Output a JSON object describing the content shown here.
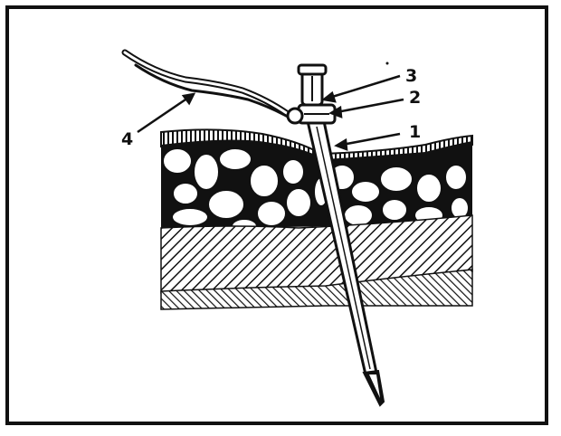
{
  "figure": {
    "callouts": [
      {
        "label": "1",
        "target": "needle-shaft"
      },
      {
        "label": "2",
        "target": "collar"
      },
      {
        "label": "3",
        "target": "hub"
      },
      {
        "label": "4",
        "target": "tubing"
      }
    ],
    "colors": {
      "ink": "#111111",
      "paper": "#ffffff"
    }
  }
}
